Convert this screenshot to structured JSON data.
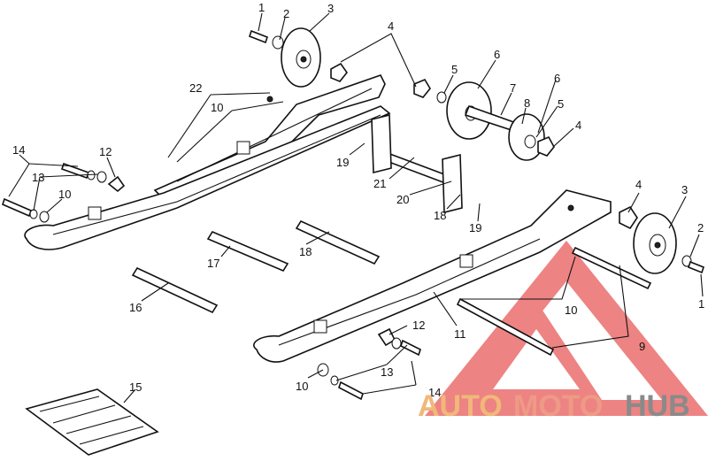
{
  "callouts": [
    {
      "id": "c1a",
      "text": "1"
    },
    {
      "id": "c2a",
      "text": "2"
    },
    {
      "id": "c3a",
      "text": "3"
    },
    {
      "id": "c4a",
      "text": "4"
    },
    {
      "id": "c5a",
      "text": "5"
    },
    {
      "id": "c6a",
      "text": "6"
    },
    {
      "id": "c7",
      "text": "7"
    },
    {
      "id": "c8",
      "text": "8"
    },
    {
      "id": "c6b",
      "text": "6"
    },
    {
      "id": "c5b",
      "text": "5"
    },
    {
      "id": "c4b",
      "text": "4"
    },
    {
      "id": "c22",
      "text": "22"
    },
    {
      "id": "c10a",
      "text": "10"
    },
    {
      "id": "c14a",
      "text": "14"
    },
    {
      "id": "c12a",
      "text": "12"
    },
    {
      "id": "c13a",
      "text": "13"
    },
    {
      "id": "c10b",
      "text": "10"
    },
    {
      "id": "c19a",
      "text": "19"
    },
    {
      "id": "c21",
      "text": "21"
    },
    {
      "id": "c20",
      "text": "20"
    },
    {
      "id": "c18a",
      "text": "18"
    },
    {
      "id": "c19b",
      "text": "19"
    },
    {
      "id": "c4c",
      "text": "4"
    },
    {
      "id": "c3b",
      "text": "3"
    },
    {
      "id": "c2b",
      "text": "2"
    },
    {
      "id": "c1b",
      "text": "1"
    },
    {
      "id": "c17",
      "text": "17"
    },
    {
      "id": "c18b",
      "text": "18"
    },
    {
      "id": "c16",
      "text": "16"
    },
    {
      "id": "c10c",
      "text": "10"
    },
    {
      "id": "c11",
      "text": "11"
    },
    {
      "id": "c12b",
      "text": "12"
    },
    {
      "id": "c9",
      "text": "9"
    },
    {
      "id": "c13b",
      "text": "13"
    },
    {
      "id": "c10d",
      "text": "10"
    },
    {
      "id": "c14b",
      "text": "14"
    },
    {
      "id": "c15",
      "text": "15"
    }
  ],
  "watermark": {
    "part1": "AUTO",
    "part2": "MOTO",
    "part3": "HUB",
    "color_auto": "#f0b87a",
    "color_moto": "#ee9a86",
    "color_hub": "#8a8a8a",
    "color_logo": "#e85050"
  }
}
